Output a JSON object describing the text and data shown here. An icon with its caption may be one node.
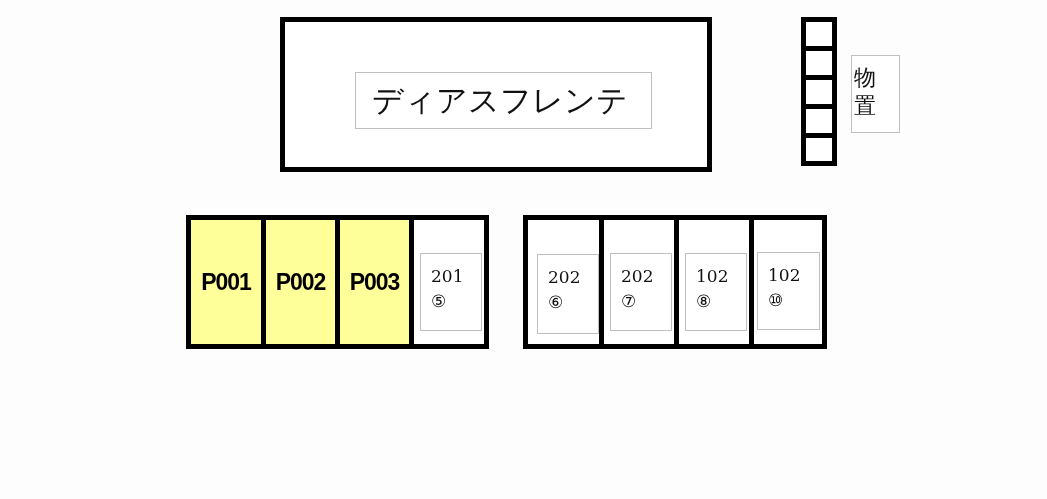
{
  "diagram": {
    "nodes": [
      {
        "text": [
          "ディアスフレンテ"
        ]
      },
      {
        "text": [],
        "shape": "box"
      },
      {
        "text": [],
        "shape": "box"
      },
      {
        "text": [],
        "shape": "box"
      },
      {
        "text": [],
        "shape": "box"
      },
      {
        "text": [],
        "shape": "box"
      },
      {
        "text": [
          "物置"
        ]
      },
      {
        "text": [
          "P001"
        ]
      },
      {
        "text": [
          "P002"
        ]
      },
      {
        "text": [
          "P003"
        ]
      },
      {
        "text": [
          "201 ⑤"
        ]
      },
      {
        "text": [
          "202 ⑥"
        ]
      },
      {
        "text": [
          "202 ⑦"
        ]
      },
      {
        "text": [
          "102 ⑧"
        ]
      },
      {
        "text": [
          "102 ⑩"
        ]
      }
    ]
  }
}
